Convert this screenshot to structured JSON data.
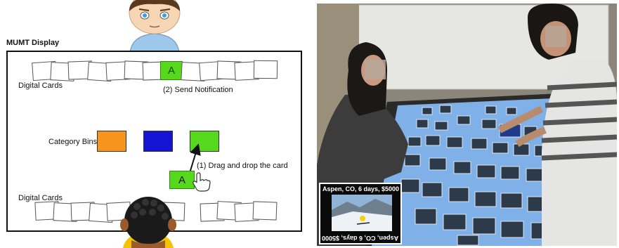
{
  "diagram": {
    "display_title": "MUMT Display",
    "digital_cards_label_top": "Digital Cards",
    "digital_cards_label_bottom": "Digital Cards",
    "notification_label": "(2) Send Notification",
    "category_bins_label": "Category Bins",
    "drag_label": "(1) Drag and drop the card",
    "card_letter": "A",
    "highlighted_card_letter": "A",
    "bin_colors": [
      "#f7941d",
      "#1414d4",
      "#56d81c"
    ],
    "highlight_color": "#56d81c"
  },
  "photo": {
    "inset_caption": "Aspen, CO, 6 days, $5000",
    "inset_caption_flipped": "Aspen, CO, 6 days, $5000"
  }
}
